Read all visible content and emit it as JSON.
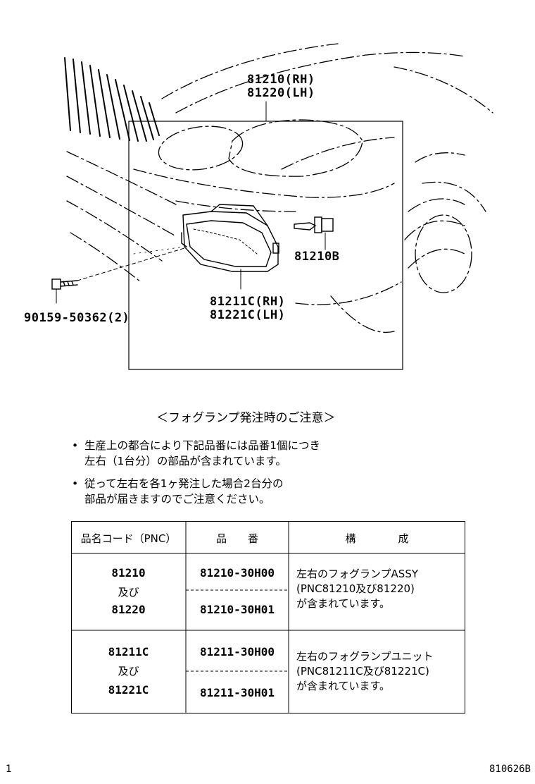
{
  "diagram": {
    "labels": {
      "headlamp_rh": "81210(RH)",
      "headlamp_lh": "81220(LH)",
      "bulb": "81210B",
      "unit_rh": "81211C(RH)",
      "unit_lh": "81221C(LH)",
      "screw": "90159-50362(2)"
    }
  },
  "notice": {
    "title": "＜フォグランプ発注時のご注意＞",
    "bullets": [
      {
        "line1": "生産上の都合により下記品番には品番1個につき",
        "line2": "左右（1台分）の部品が含まれています。"
      },
      {
        "line1": "従って左右を各1ヶ発注した場合2台分の",
        "line2": "部品が届きますのでご注意ください。"
      }
    ],
    "bullet_mark": "•"
  },
  "table": {
    "headers": {
      "pnc": "品名コード（PNC）",
      "part_no": "品　　番",
      "composition": "構　　　　成"
    },
    "rows": [
      {
        "pnc_top": "81210",
        "pnc_mid": "及び",
        "pnc_bottom": "81220",
        "part_numbers": [
          "81210-30H00",
          "81210-30H01"
        ],
        "composition": [
          "左右のフォグランプASSY",
          "(PNC81210及び81220)",
          "が含まれています。"
        ]
      },
      {
        "pnc_top": "81211C",
        "pnc_mid": "及び",
        "pnc_bottom": "81221C",
        "part_numbers": [
          "81211-30H00",
          "81211-30H01"
        ],
        "composition": [
          "左右のフォグランプユニット",
          "(PNC81211C及び81221C)",
          "が含まれています。"
        ]
      }
    ]
  },
  "footer": {
    "left": "1",
    "right": "810626B"
  }
}
